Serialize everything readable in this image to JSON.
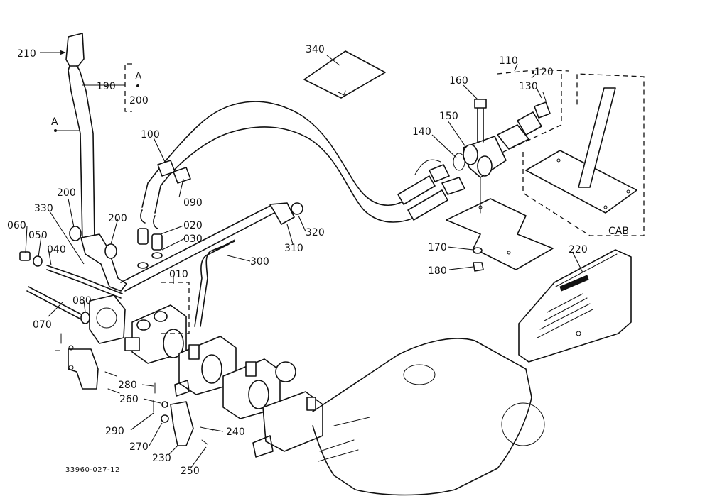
{
  "diagram": {
    "drawing_number": "33960-027-12",
    "cab_label": "CAB",
    "letter_label": "A",
    "part_numbers": {
      "p010": "010",
      "p020": "020",
      "p030": "030",
      "p040": "040",
      "p050": "050",
      "p060": "060",
      "p070": "070",
      "p080": "080",
      "p090": "090",
      "p100": "100",
      "p110": "110",
      "p120": "120",
      "p130": "130",
      "p140": "140",
      "p150": "150",
      "p160": "160",
      "p170": "170",
      "p180": "180",
      "p190": "190",
      "p200": "200",
      "p210": "210",
      "p220": "220",
      "p230": "230",
      "p240": "240",
      "p250": "250",
      "p260": "260",
      "p270": "270",
      "p280": "280",
      "p290": "290",
      "p300": "300",
      "p310": "310",
      "p320": "320",
      "p330": "330",
      "p340": "340"
    }
  }
}
